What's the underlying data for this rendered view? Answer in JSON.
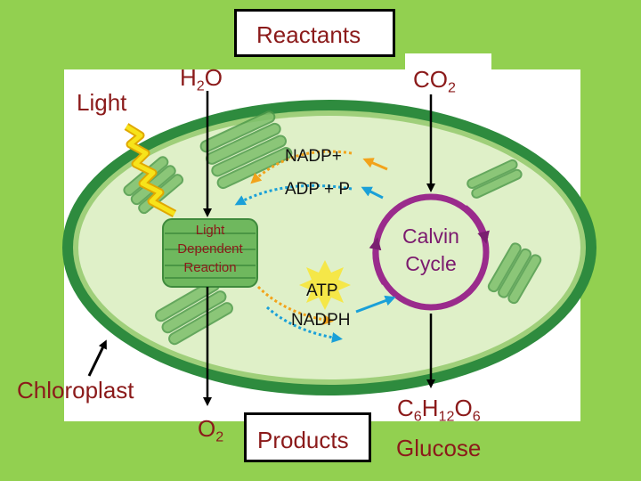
{
  "title_box": {
    "text": "Reactants"
  },
  "labels": {
    "light": "Light",
    "water": {
      "base1": "H",
      "sub1": "2",
      "base2": "O"
    },
    "co2": {
      "base1": "CO",
      "sub1": "2"
    },
    "nadp": "NADP+",
    "adp": "ADP + P",
    "light_dependent": [
      "Light",
      "Dependent",
      "Reaction"
    ],
    "calvin": [
      "Calvin",
      "Cycle"
    ],
    "atp": "ATP",
    "nadph": "NADPH",
    "chloroplast": "Chloroplast",
    "oxygen": {
      "base1": "O",
      "sub1": "2"
    },
    "products": "Products",
    "glucose_formula": {
      "c": "C",
      "c_sub": "6",
      "h": "H",
      "h_sub": "12",
      "o": "O",
      "o_sub": "6"
    },
    "glucose": "Glucose"
  },
  "colors": {
    "background": "#92d050",
    "chloroplast_outer": "#2e8b3e",
    "chloroplast_inner": "#dff0c8",
    "thylakoid": "#5fae5a",
    "label_red": "#8b1a1a",
    "calvin_purple": "#9a2b8c",
    "cycle_arrow_orange": "#f2a31b",
    "cycle_arrow_blue": "#1aa0d8",
    "light_bolt": "#f7d417"
  }
}
